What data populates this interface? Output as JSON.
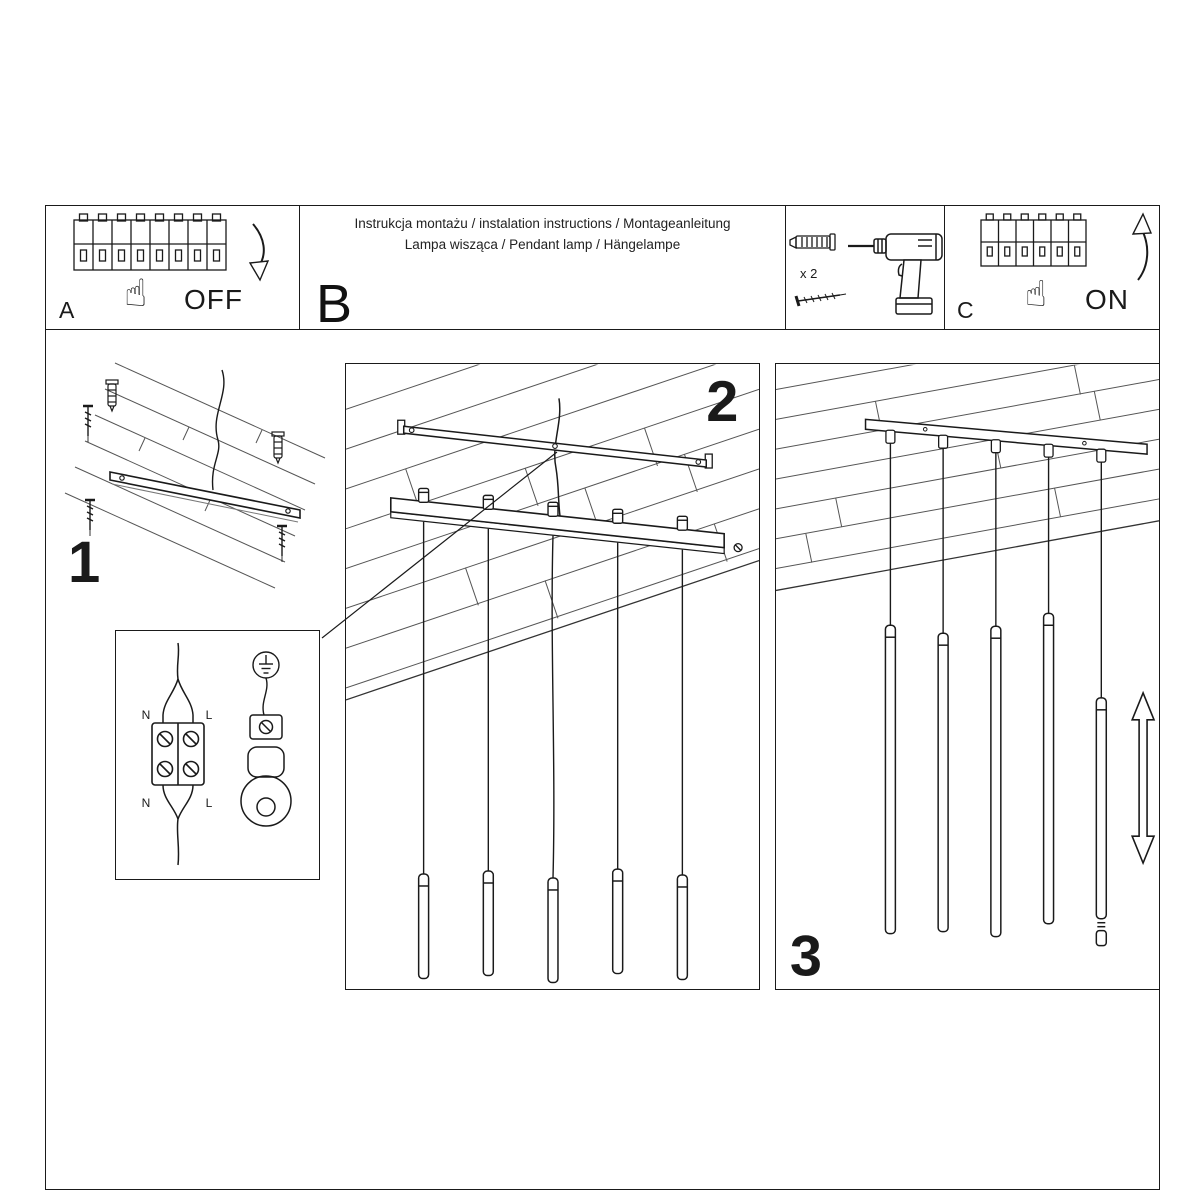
{
  "header": {
    "title_line1": "Instrukcja montażu / instalation instructions / Montageanleitung",
    "title_line2": "Lampa wisząca / Pendant lamp / Hängelampe",
    "section_label": "B",
    "power_off": {
      "label": "A",
      "state": "OFF"
    },
    "power_on": {
      "label": "C",
      "state": "ON"
    },
    "tools": {
      "screw_count": "x 2"
    }
  },
  "steps": {
    "one": "1",
    "two": "2",
    "three": "3"
  },
  "wiring": {
    "n_top": "N",
    "l_top": "L",
    "n_bottom": "N",
    "l_bottom": "L"
  },
  "icons": {
    "hand": "☝"
  },
  "colors": {
    "line": "#1a1a1a",
    "background": "#ffffff"
  }
}
